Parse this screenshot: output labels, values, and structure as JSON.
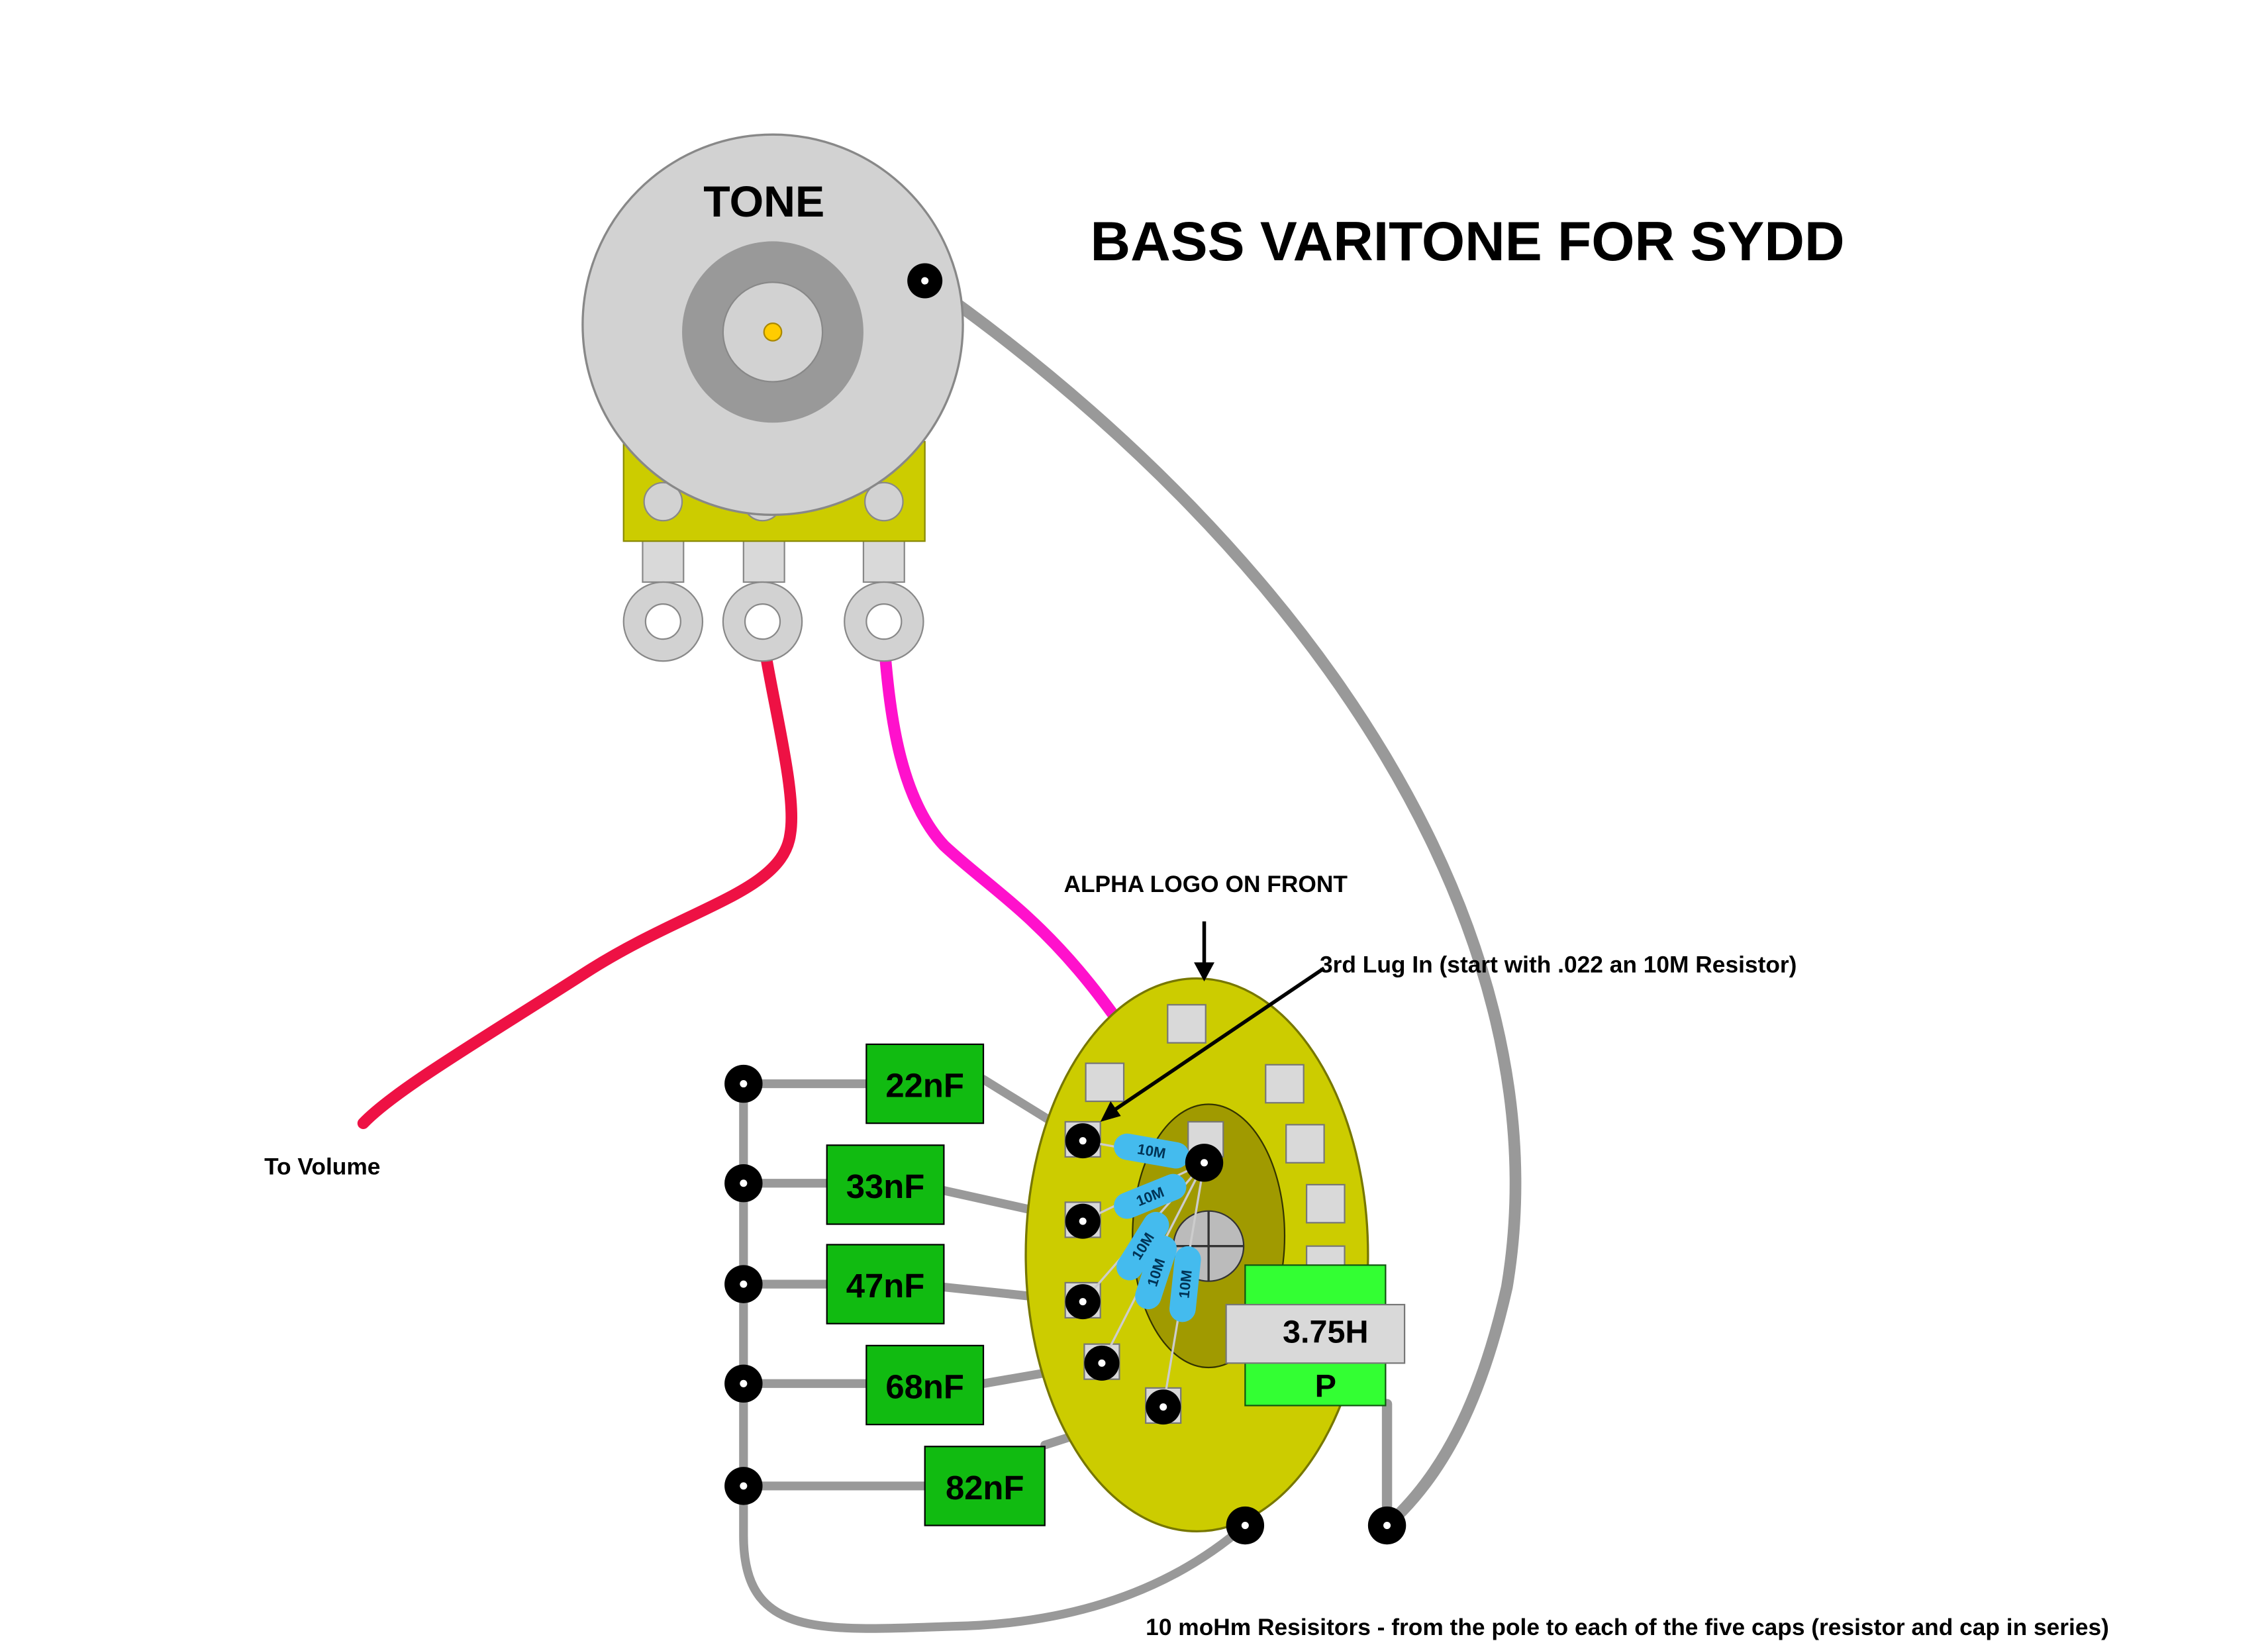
{
  "title": "BASS VARITONE FOR SYDD",
  "pot": {
    "label": "TONE"
  },
  "labels": {
    "to_volume": "To Volume",
    "alpha_logo": "ALPHA LOGO ON FRONT",
    "third_lug": "3rd Lug In (start with .022 an 10M Resistor)",
    "footnote": "10 moHm Resisitors - from the pole to each of the five caps (resistor and cap in series)"
  },
  "capacitors": [
    "22nF",
    "33nF",
    "47nF",
    "68nF",
    "82nF"
  ],
  "resistor_label": "10M",
  "inductor": {
    "value": "3.75H",
    "mark": "P"
  },
  "colors": {
    "wire_red": "#ee1144",
    "wire_magenta": "#ff11cc",
    "wire_gray": "#999999",
    "pot_body": "#d2d2d2",
    "pot_bracket": "#cccc00",
    "switch_body": "#cccc00",
    "switch_inner": "#a09a00",
    "cap_fill": "#11bb11",
    "inductor_fill": "#33ff33",
    "inductor_band": "#d9d9d9",
    "resistor_fill": "#44bbee",
    "shaft_dot": "#ffcc00"
  }
}
